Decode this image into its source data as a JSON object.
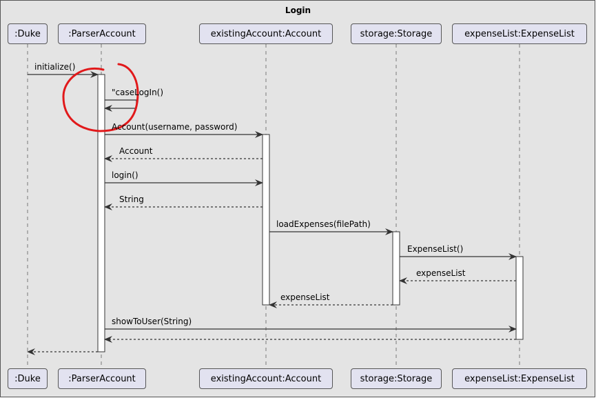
{
  "frame": {
    "title": "Login"
  },
  "colors": {
    "background": "#e4e4e4",
    "participant_fill": "#e2e2f0",
    "line": "#333333",
    "annotation": "#e1191b"
  },
  "participants": [
    {
      "id": "duke",
      "label": ":Duke"
    },
    {
      "id": "parser",
      "label": ":ParserAccount"
    },
    {
      "id": "account",
      "label": "existingAccount:Account"
    },
    {
      "id": "storage",
      "label": "storage:Storage"
    },
    {
      "id": "expenselist",
      "label": "expenseList:ExpenseList"
    }
  ],
  "messages": [
    {
      "label": "initialize()",
      "from": "duke",
      "to": "parser",
      "kind": "call"
    },
    {
      "label": "\"caseLogIn()",
      "from": "parser",
      "to": "parser",
      "kind": "self"
    },
    {
      "label": "Account(username, password)",
      "from": "parser",
      "to": "account",
      "kind": "call"
    },
    {
      "label": "Account",
      "from": "account",
      "to": "parser",
      "kind": "return"
    },
    {
      "label": "login()",
      "from": "parser",
      "to": "account",
      "kind": "call"
    },
    {
      "label": "String",
      "from": "account",
      "to": "parser",
      "kind": "return"
    },
    {
      "label": "loadExpenses(filePath)",
      "from": "account",
      "to": "storage",
      "kind": "call"
    },
    {
      "label": "ExpenseList()",
      "from": "storage",
      "to": "expenselist",
      "kind": "call"
    },
    {
      "label": "expenseList",
      "from": "expenselist",
      "to": "storage",
      "kind": "return"
    },
    {
      "label": "expenseList",
      "from": "storage",
      "to": "account",
      "kind": "return"
    },
    {
      "label": "showToUser(String)",
      "from": "parser",
      "to": "expenselist",
      "kind": "call"
    },
    {
      "label": "",
      "from": "expenselist",
      "to": "parser",
      "kind": "return"
    },
    {
      "label": "",
      "from": "parser",
      "to": "duke",
      "kind": "return"
    }
  ]
}
